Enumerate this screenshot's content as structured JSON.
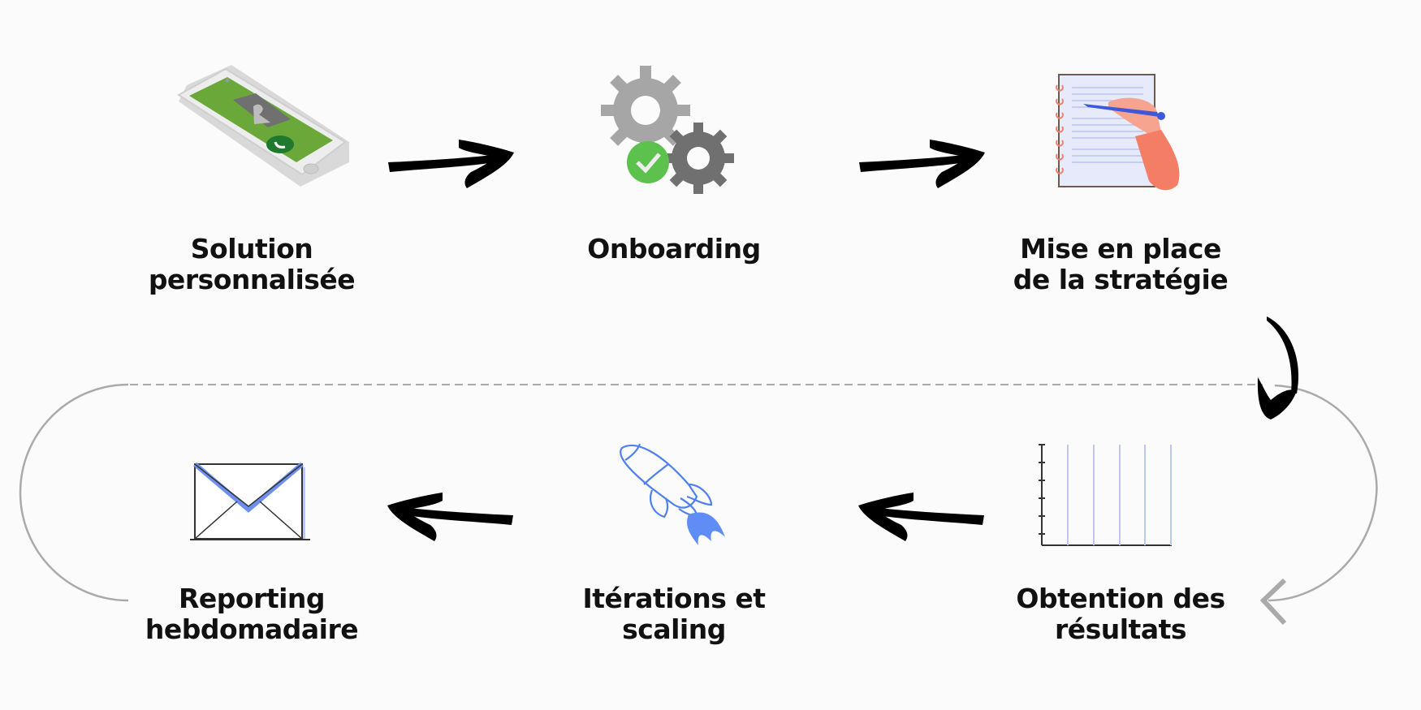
{
  "diagram": {
    "title": "",
    "steps": [
      {
        "id": 1,
        "icon": "phone-call-icon",
        "lines": [
          "Solution",
          "personnalisée"
        ]
      },
      {
        "id": 2,
        "icon": "gears-check-icon",
        "lines": [
          "Onboarding"
        ]
      },
      {
        "id": 3,
        "icon": "notebook-writing-icon",
        "lines": [
          "Mise en place",
          "de la stratégie"
        ]
      },
      {
        "id": 4,
        "icon": "empty-chart-icon",
        "lines": [
          "Obtention des",
          "résultats"
        ]
      },
      {
        "id": 5,
        "icon": "rocket-icon",
        "lines": [
          "Itérations et",
          "scaling"
        ]
      },
      {
        "id": 6,
        "icon": "envelope-icon",
        "lines": [
          "Reporting",
          "hebdomadaire"
        ]
      }
    ],
    "flow": [
      {
        "from": 1,
        "to": 2,
        "style": "brush-arrow-right"
      },
      {
        "from": 2,
        "to": 3,
        "style": "brush-arrow-right"
      },
      {
        "from": 3,
        "to": 4,
        "style": "brush-arrow-curved-down"
      },
      {
        "from": 4,
        "to": 5,
        "style": "brush-arrow-left"
      },
      {
        "from": 5,
        "to": 6,
        "style": "brush-arrow-left"
      }
    ],
    "loop": {
      "style": "gray-rounded-loop",
      "direction": "clockwise"
    }
  },
  "colors": {
    "background": "#fbfbfb",
    "text": "#111111",
    "arrow": "#000000",
    "loop": "#aaaaaa",
    "phone_screen": "#6aa83a",
    "check": "#5cc24d",
    "accent_blue": "#4f7ff0",
    "hand": "#f48a70"
  }
}
